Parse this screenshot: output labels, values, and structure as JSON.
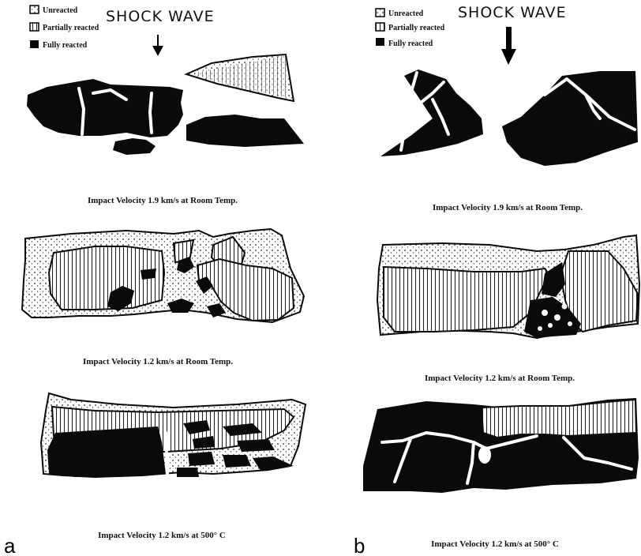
{
  "legend": {
    "unreacted": "Unreacted",
    "partially_reacted": "Partially reacted",
    "fully_reacted": "Fully reacted"
  },
  "shock_wave": "SHOCK WAVE",
  "panels": [
    {
      "label": "a",
      "captions": [
        "Impact Velocity 1.9 km/s at Room Temp.",
        "Impact Velocity 1.2 km/s at Room Temp.",
        "Impact Velocity 1.2 km/s at 500° C"
      ]
    },
    {
      "label": "b",
      "captions": [
        "Impact Velocity 1.9 km/s at Room Temp.",
        "Impact Velocity 1.2 km/s at Room Temp.",
        "Impact Velocity 1.2 km/s at 500° C"
      ]
    }
  ]
}
